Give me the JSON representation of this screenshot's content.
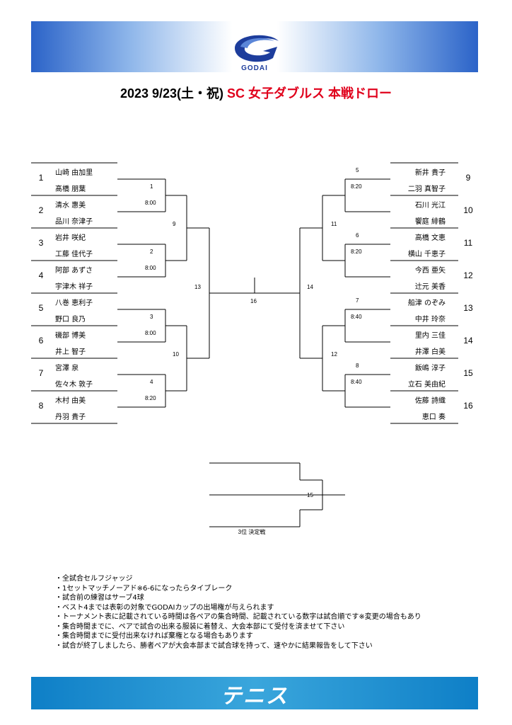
{
  "header": {
    "logo_text": "GODAI",
    "brand_color": "#1d3d9c"
  },
  "title": {
    "part1": "2023  9/23(土・祝)",
    "part2": "SC 女子ダブルス  本戦ドロー",
    "accent_color": "#e0001b"
  },
  "left_pairs": [
    {
      "seed": "1",
      "players": [
        "山崎  由加里",
        "髙橋  朋葉"
      ]
    },
    {
      "seed": "2",
      "players": [
        "清水  惠美",
        "品川  奈津子"
      ]
    },
    {
      "seed": "3",
      "players": [
        "岩井  咲紀",
        "工藤  佳代子"
      ]
    },
    {
      "seed": "4",
      "players": [
        "阿部  あずさ",
        "宇津木  祥子"
      ]
    },
    {
      "seed": "5",
      "players": [
        "八巻  恵利子",
        "野口  良乃"
      ]
    },
    {
      "seed": "6",
      "players": [
        "磯部  博美",
        "井上  智子"
      ]
    },
    {
      "seed": "7",
      "players": [
        "宮澤  泉",
        "佐々木  敦子"
      ]
    },
    {
      "seed": "8",
      "players": [
        "木村  由美",
        "丹羽  貴子"
      ]
    }
  ],
  "right_pairs": [
    {
      "seed": "9",
      "players": [
        "新井  貴子",
        "二羽  真智子"
      ]
    },
    {
      "seed": "10",
      "players": [
        "石川  光江",
        "饗庭  緋鶴"
      ]
    },
    {
      "seed": "11",
      "players": [
        "高橋  文恵",
        "横山  千恵子"
      ]
    },
    {
      "seed": "12",
      "players": [
        "今西  亜矢",
        "辻元  美香"
      ]
    },
    {
      "seed": "13",
      "players": [
        "船津  のぞみ",
        "中井  玲奈"
      ]
    },
    {
      "seed": "14",
      "players": [
        "里内  三佳",
        "井澤  白美"
      ]
    },
    {
      "seed": "15",
      "players": [
        "飯嶋  淳子",
        "立石  美由紀"
      ]
    },
    {
      "seed": "16",
      "players": [
        "佐藤  詩織",
        "恵口  奏"
      ]
    }
  ],
  "first_round": [
    {
      "match": "1",
      "time": "8:00"
    },
    {
      "match": "2",
      "time": "8:00"
    },
    {
      "match": "3",
      "time": "8:00"
    },
    {
      "match": "4",
      "time": "8:20"
    },
    {
      "match": "5",
      "time": "8:20"
    },
    {
      "match": "6",
      "time": "8:20"
    },
    {
      "match": "7",
      "time": "8:40"
    },
    {
      "match": "8",
      "time": "8:40"
    }
  ],
  "later_rounds": {
    "m9": "9",
    "m10": "10",
    "m11": "11",
    "m12": "12",
    "m13": "13",
    "m14": "14",
    "final": "16",
    "third_match": "15"
  },
  "third_place_label": "3位  決定戦",
  "notes": [
    "・全試合セルフジャッジ",
    "・1セットマッチノーアド※6-6になったらタイブレーク",
    "・試合前の練習はサーブ4球",
    "・ベスト4までは表彰の対象でGODAIカップの出場権が与えられます",
    "・トーナメント表に記載されている時間は各ペアの集合時間、記載されている数字は試合順です※変更の場合もあり",
    "・集合時間までに、ペアで試合の出来る服装に着替え、大会本部にて受付を済ませて下さい",
    "・集合時間までに受付出来なければ棄権となる場合もあります",
    "・試合が終了しましたら、勝者ペアが大会本部まで試合球を持って、速やかに結果報告をして下さい"
  ],
  "footer": {
    "text": "テニス",
    "color": "#0e7fc7"
  }
}
